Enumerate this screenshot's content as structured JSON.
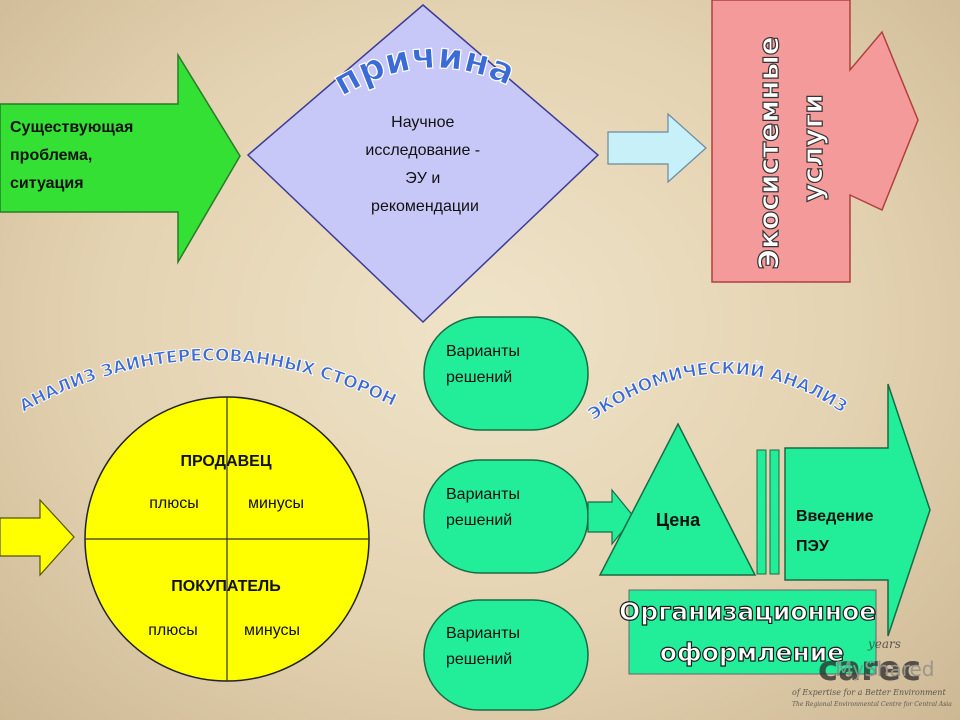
{
  "problem": {
    "lines": [
      "Существующая",
      "проблема,",
      "ситуация"
    ]
  },
  "cause": {
    "title": "причина",
    "lines": [
      "Научное",
      "исследование -",
      "ЭУ и",
      "рекомендации"
    ]
  },
  "ecosystem_services": {
    "lines": [
      "Экосистемные",
      "услуги"
    ]
  },
  "stakeholder_analysis": {
    "title": "АНАЛИЗ ЗАИНТЕРЕСОВАННЫХ СТОРОН"
  },
  "economic_analysis": {
    "title": "ЭКОНОМИЧЕСКИЙ АНАЛИЗ"
  },
  "circle": {
    "seller": "ПРОДАВЕЦ",
    "buyer": "ПОКУПАТЕЛЬ",
    "pros": "плюсы",
    "cons": "минусы"
  },
  "options": [
    {
      "line1": "Варианты",
      "line2": "решений"
    },
    {
      "line1": "Варианты",
      "line2": "решений"
    },
    {
      "line1": "Варианты",
      "line2": "решений"
    }
  ],
  "price": "Цена",
  "pes": {
    "lines": [
      "Введение",
      "ПЭУ"
    ]
  },
  "organization": {
    "lines": [
      "Организационное",
      "оформление"
    ]
  },
  "watermark": {
    "years": "years",
    "logo": "carec",
    "tagline1": "of Expertise for a Better Environment",
    "tagline2": "The Regional Environmental Centre for Central Asia",
    "site": "MyShared"
  },
  "colors": {
    "green_arrow": "#33e033",
    "diamond": "#c8c8f8",
    "light_arrow": "#c8f0f8",
    "pink": "#f59a9a",
    "ellipse": "#22ee99",
    "yellow": "#ffff00",
    "arch_fill": "#3a6bd6",
    "org_box": "#22ee99"
  }
}
